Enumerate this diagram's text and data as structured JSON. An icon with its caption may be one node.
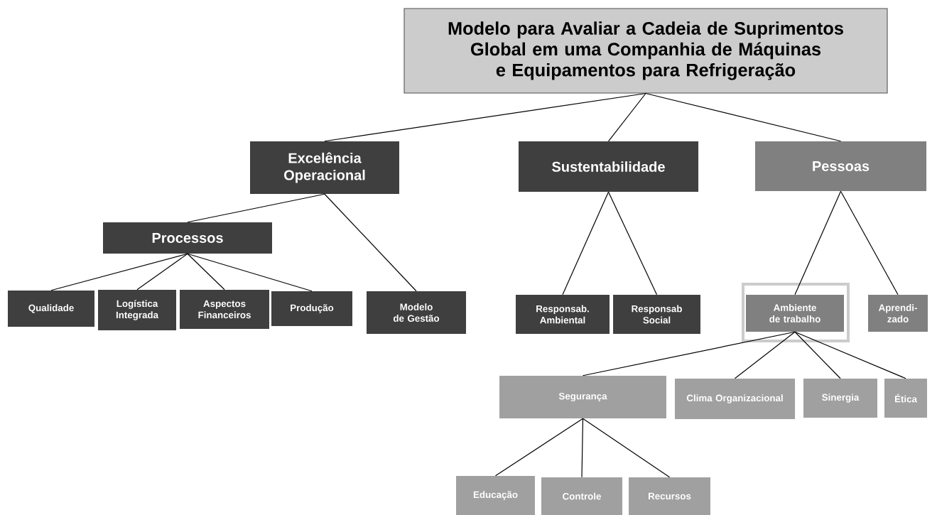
{
  "diagram": {
    "nodes": [
      {
        "text": [
          "Modelo para Avaliar a Cadeia de Suprimentos Global em uma Companhia de Máquinas e Equipamentos para Refrigeração"
        ]
      },
      {
        "text": [
          "Excelência Operacional"
        ]
      },
      {
        "text": [
          "Sustentabilidade"
        ]
      },
      {
        "text": [
          "Pessoas"
        ]
      },
      {
        "text": [
          "Processos"
        ]
      },
      {
        "text": [
          "Qualidade"
        ]
      },
      {
        "text": [
          "Logística Integrada"
        ]
      },
      {
        "text": [
          "Aspectos Financeiros"
        ]
      },
      {
        "text": [
          "Produção"
        ]
      },
      {
        "text": [
          "Modelo de Gestão"
        ]
      },
      {
        "text": [
          "Responsab. Ambiental"
        ]
      },
      {
        "text": [
          "Responsab Social"
        ]
      },
      {
        "text": [
          "Ambiente de trabalho"
        ]
      },
      {
        "text": [
          "Aprendi- zado"
        ]
      },
      {
        "text": [
          "Segurança"
        ]
      },
      {
        "text": [
          "Clima Organizacional"
        ]
      },
      {
        "text": [
          "Sinergia"
        ]
      },
      {
        "text": [
          "Ética"
        ]
      },
      {
        "text": [
          "Educação"
        ]
      },
      {
        "text": [
          "Controle"
        ]
      },
      {
        "text": [
          "Recursos"
        ]
      }
    ],
    "edges": [
      {
        "from": 0,
        "to": 1,
        "arrow": "none"
      },
      {
        "from": 0,
        "to": 2,
        "arrow": "none"
      },
      {
        "from": 0,
        "to": 3,
        "arrow": "none"
      },
      {
        "from": 1,
        "to": 4,
        "arrow": "none"
      },
      {
        "from": 1,
        "to": 9,
        "arrow": "none"
      },
      {
        "from": 4,
        "to": 5,
        "arrow": "none"
      },
      {
        "from": 4,
        "to": 6,
        "arrow": "none"
      },
      {
        "from": 4,
        "to": 7,
        "arrow": "none"
      },
      {
        "from": 4,
        "to": 8,
        "arrow": "none"
      },
      {
        "from": 2,
        "to": 10,
        "arrow": "none"
      },
      {
        "from": 2,
        "to": 11,
        "arrow": "none"
      },
      {
        "from": 3,
        "to": 12,
        "arrow": "none"
      },
      {
        "from": 3,
        "to": 13,
        "arrow": "none"
      },
      {
        "from": 12,
        "to": 14,
        "arrow": "none"
      },
      {
        "from": 12,
        "to": 15,
        "arrow": "none"
      },
      {
        "from": 12,
        "to": 16,
        "arrow": "none"
      },
      {
        "from": 12,
        "to": 17,
        "arrow": "none"
      },
      {
        "from": 14,
        "to": 18,
        "arrow": "none"
      },
      {
        "from": 14,
        "to": 19,
        "arrow": "none"
      },
      {
        "from": 14,
        "to": 20,
        "arrow": "none"
      }
    ]
  }
}
